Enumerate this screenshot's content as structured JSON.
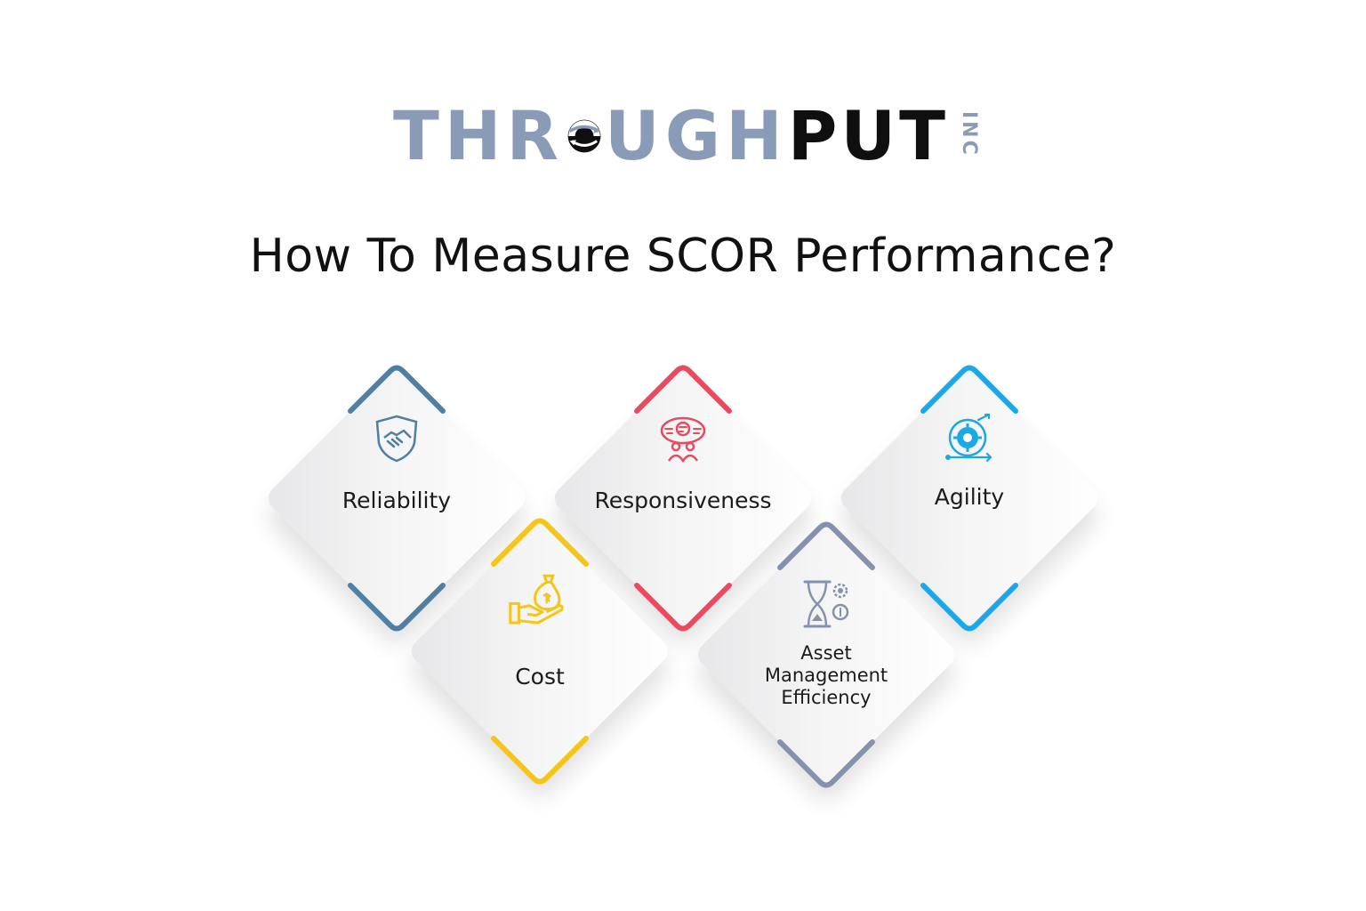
{
  "logo": {
    "part1": "THR",
    "part2": "UGH",
    "part3": "PUT",
    "suffix": "INC",
    "colors": {
      "grey": "#8a9bb8",
      "black": "#0f0f0f"
    }
  },
  "title": "How To Measure SCOR Performance?",
  "metrics": [
    {
      "id": "reliability",
      "label": "Reliability",
      "icon": "handshake-shield-icon",
      "color": "#4f7fa3"
    },
    {
      "id": "responsiveness",
      "label": "Responsiveness",
      "icon": "exchange-people-icon",
      "color": "#ea4a5e"
    },
    {
      "id": "agility",
      "label": "Agility",
      "icon": "gear-arrows-icon",
      "color": "#1aa8e6"
    },
    {
      "id": "cost",
      "label": "Cost",
      "icon": "money-bag-hand-icon",
      "color": "#f5c518"
    },
    {
      "id": "asset",
      "label_lines": [
        "Asset",
        "Management",
        "Efficiency"
      ],
      "icon": "hourglass-gear-coin-icon",
      "color": "#8592ad"
    }
  ]
}
